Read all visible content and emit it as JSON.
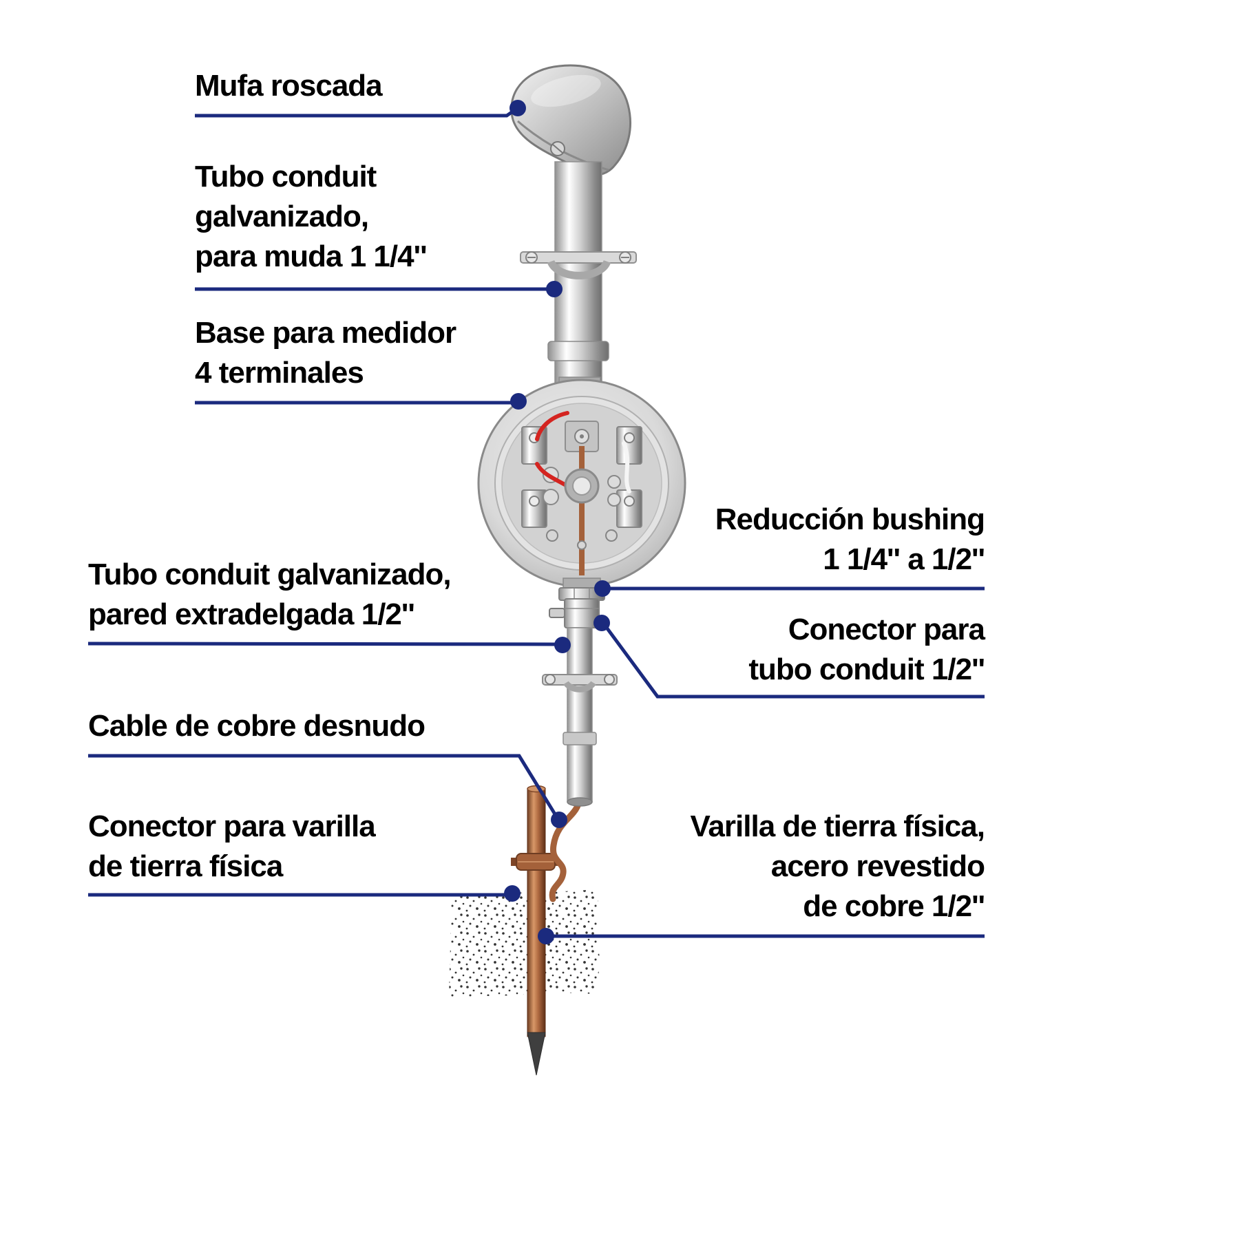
{
  "diagram": {
    "description": "Diagrama de instalación de base para medidor con tubo conduit y varilla de tierra física",
    "colors": {
      "leader_line": "#1b2a7e",
      "label_text": "#000000",
      "metal_gray": "#c9c9c9",
      "copper": "#a4613a",
      "wire_red": "#d42420"
    },
    "labels": {
      "mufa_roscada": {
        "lines": [
          "Mufa roscada"
        ]
      },
      "tubo_conduit_galvanizado": {
        "lines": [
          "Tubo conduit",
          "galvanizado,",
          "para muda 1 1/4''"
        ]
      },
      "base_medidor": {
        "lines": [
          "Base para medidor",
          "4 terminales"
        ]
      },
      "reduccion_bushing": {
        "lines": [
          "Reducción bushing",
          "1 1/4'' a 1/2''"
        ]
      },
      "tubo_conduit_extradelgado": {
        "lines": [
          "Tubo conduit galvanizado,",
          "pared extradelgada 1/2''"
        ]
      },
      "conector_tubo": {
        "lines": [
          "Conector para",
          "tubo conduit 1/2''"
        ]
      },
      "cable_cobre": {
        "lines": [
          "Cable de cobre desnudo"
        ]
      },
      "conector_varilla": {
        "lines": [
          "Conector para varilla",
          "de tierra física"
        ]
      },
      "varilla_tierra": {
        "lines": [
          "Varilla de tierra física,",
          "acero revestido",
          "de cobre 1/2''"
        ]
      }
    }
  }
}
